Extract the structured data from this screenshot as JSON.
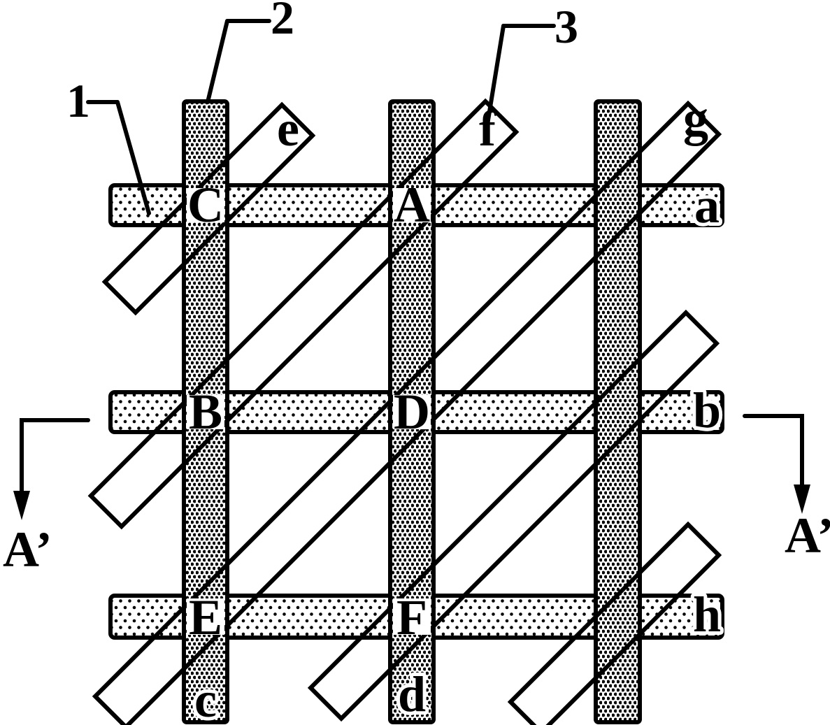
{
  "diagram": {
    "description": "Patent figure: electrode grid with horizontal, vertical and diagonal electrode bars",
    "colors": {
      "ink": "#000000",
      "background": "#ffffff"
    },
    "callouts": {
      "horizontal_bar_ref": "1",
      "vertical_bar_ref": "2",
      "diagonal_bar_ref": "3"
    },
    "crossing_labels": [
      "C",
      "A",
      "B",
      "D",
      "E",
      "F"
    ],
    "horizontal_end_labels": [
      "a",
      "b",
      "h"
    ],
    "vertical_end_labels": [
      "c",
      "d"
    ],
    "diagonal_end_labels": [
      "e",
      "f",
      "g"
    ],
    "section_markers": {
      "left": "A’",
      "right": "A’"
    }
  }
}
